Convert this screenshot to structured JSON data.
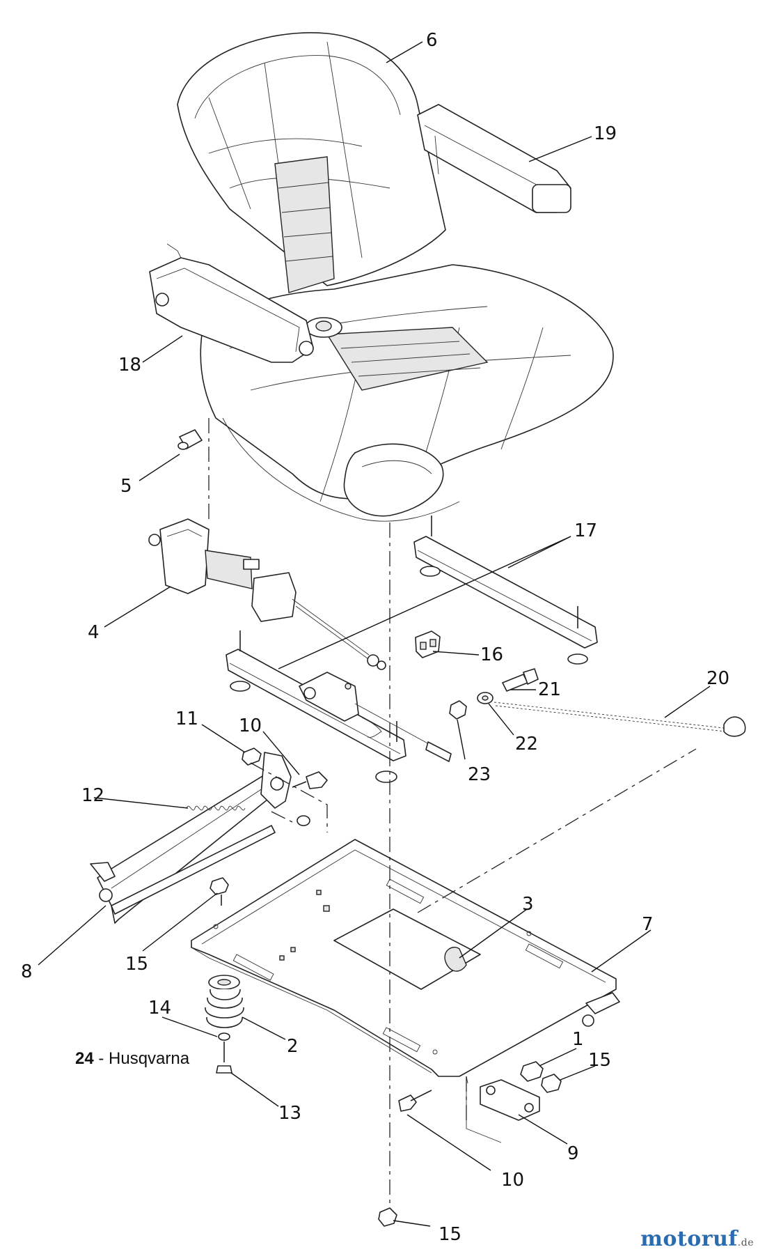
{
  "caption": {
    "number": "24",
    "separator": " - ",
    "brand_name": "Husqvarna"
  },
  "watermark": {
    "main": "motoruf",
    "tld": ".de",
    "colors": {
      "primary": "#2b6cb0",
      "accent": "#4caf50"
    }
  },
  "callouts": [
    {
      "id": "c6",
      "label": "6"
    },
    {
      "id": "c19",
      "label": "19"
    },
    {
      "id": "c18",
      "label": "18"
    },
    {
      "id": "c5",
      "label": "5"
    },
    {
      "id": "c17",
      "label": "17"
    },
    {
      "id": "c4",
      "label": "4"
    },
    {
      "id": "c16",
      "label": "16"
    },
    {
      "id": "c20",
      "label": "20"
    },
    {
      "id": "c21",
      "label": "21"
    },
    {
      "id": "c11",
      "label": "11"
    },
    {
      "id": "c10a",
      "label": "10"
    },
    {
      "id": "c22",
      "label": "22"
    },
    {
      "id": "c23",
      "label": "23"
    },
    {
      "id": "c12",
      "label": "12"
    },
    {
      "id": "c3",
      "label": "3"
    },
    {
      "id": "c7",
      "label": "7"
    },
    {
      "id": "c8",
      "label": "8"
    },
    {
      "id": "c15a",
      "label": "15"
    },
    {
      "id": "c14",
      "label": "14"
    },
    {
      "id": "c2",
      "label": "2"
    },
    {
      "id": "c1",
      "label": "1"
    },
    {
      "id": "c15b",
      "label": "15"
    },
    {
      "id": "c13",
      "label": "13"
    },
    {
      "id": "c9",
      "label": "9"
    },
    {
      "id": "c10b",
      "label": "10"
    },
    {
      "id": "c15c",
      "label": "15"
    }
  ]
}
